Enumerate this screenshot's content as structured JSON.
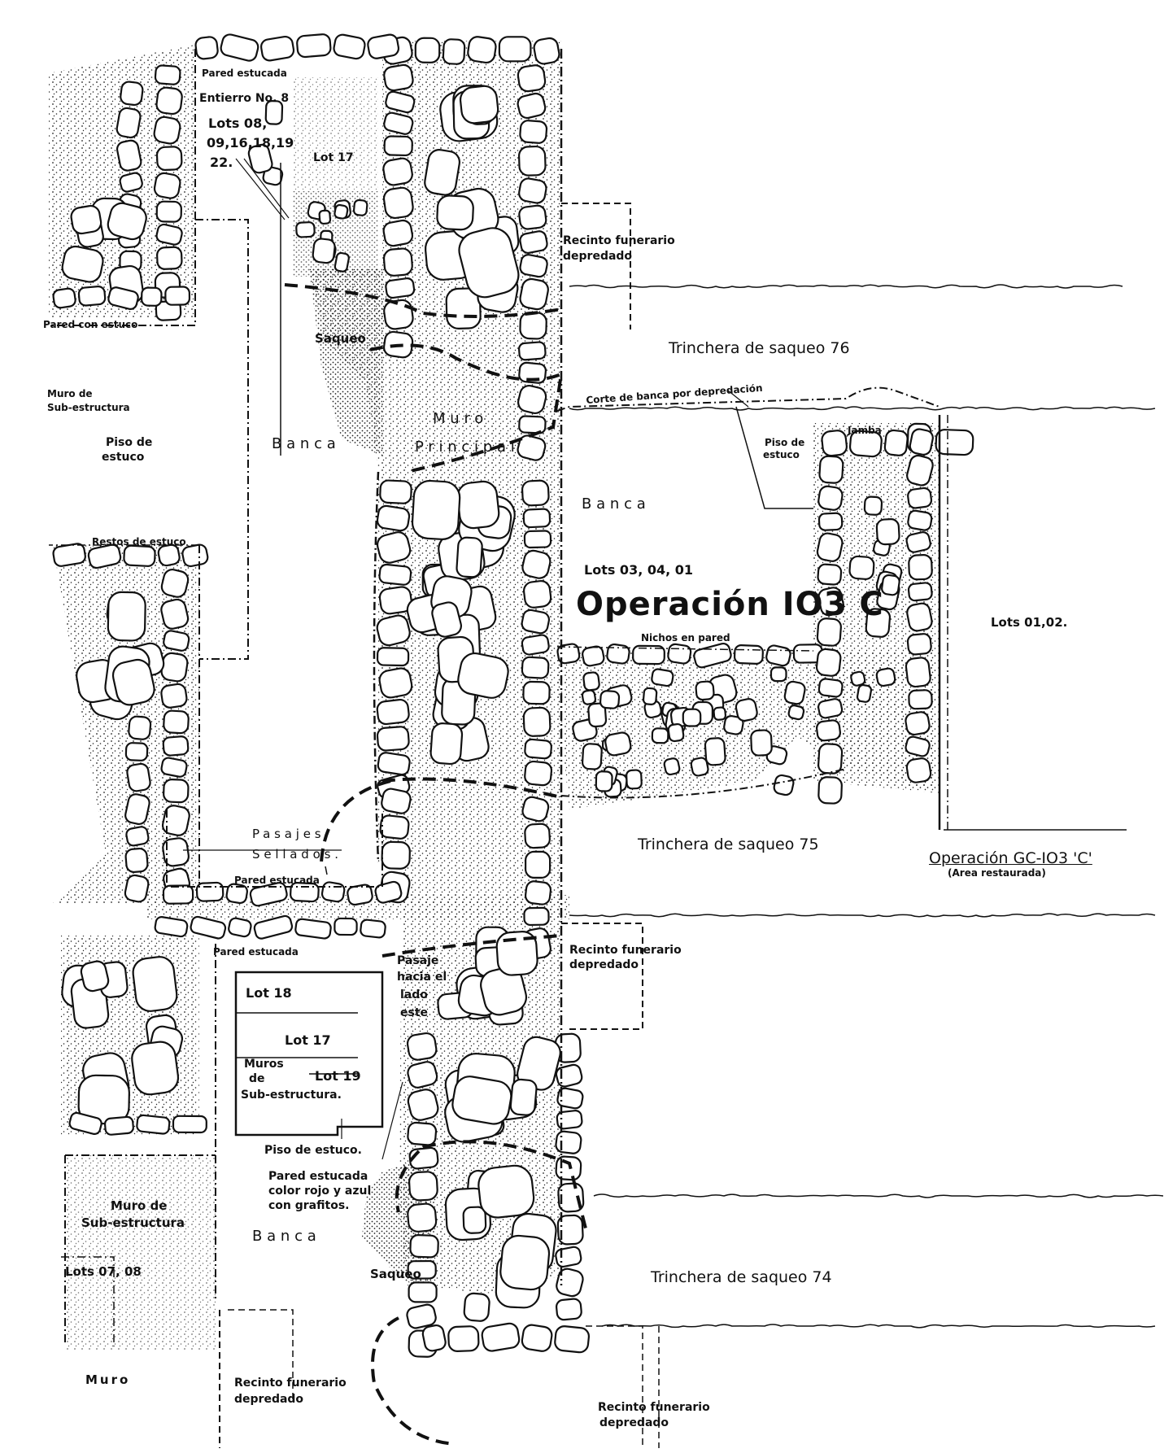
{
  "operation_title": "Operación IO3 C",
  "operation_ref": "Operación GC-IO3 'C'",
  "restored_area": "(Area restaurada)",
  "trenches": {
    "t76": "Trinchera de saqueo  76",
    "t75": "Trinchera de saqueo  75",
    "t74": "Trinchera de saqueo  74"
  },
  "lots": {
    "main": "Lots  03, 04, 01",
    "right": "Lots  01,02.",
    "burial_head": "Lots 08,",
    "burial_list1": "09,16,18,19",
    "burial_list2": "22.",
    "l17_top": "Lot 17",
    "l18": "Lot 18",
    "l17_low": "Lot 17",
    "l19": "Lot 19",
    "l0708": "Lots  07, 08"
  },
  "labels": {
    "entierro": "Entierro No. 8",
    "pared_estucada_top": "Pared estucada",
    "pared_con_estuco": "Pared con estuco",
    "muro_sub_1": "Muro de",
    "muro_sub_2": "Sub-estructura",
    "piso_estuco_1": "Piso de",
    "piso_estuco_2": "estuco",
    "banca_left": "Banca",
    "saqueo_top": "Saqueo",
    "muro_principal_1": "Muro",
    "muro_principal_2": "Principal",
    "banca_center": "Banca",
    "corte_banca": "Corte de banca por depredación",
    "piso_estuco_small_1": "Piso de",
    "piso_estuco_small_2": "estuco",
    "jamba": "Jamba",
    "nichos": "Nichos en pared",
    "restos_estuco": "Restos de estuco",
    "recinto_1a": "Recinto funerario",
    "recinto_1b": "depredado",
    "pasajes_1": "Pasajes",
    "pasajes_2": "Sellados.",
    "pared_estucada_mid": "Pared estucada",
    "pared_estucada_low": "Pared estucada",
    "recinto_2a": "Recinto funerario",
    "recinto_2b": "depredado",
    "pasaje_1": "Pasaje",
    "pasaje_2": "hacia el",
    "pasaje_3": "lado",
    "pasaje_4": "este",
    "muros_sub_1": "Muros",
    "muros_sub_2": "de",
    "muros_sub_3": "Sub-estructura.",
    "piso_estuco_low": "Piso de estuco.",
    "pared_rojo_1": "Pared estucada",
    "pared_rojo_2": "color rojo y azul",
    "pared_rojo_3": "con grafitos.",
    "muro_sub_low_1": "Muro de",
    "muro_sub_low_2": "Sub-estructura",
    "banca_low": "Banca",
    "saqueo_low": "Saqueo",
    "muro_bottom": "Muro",
    "recinto_3a": "Recinto funerario",
    "recinto_3b": "depredado",
    "recinto_4a": "Recinto funerario",
    "recinto_4b": "depredado"
  }
}
